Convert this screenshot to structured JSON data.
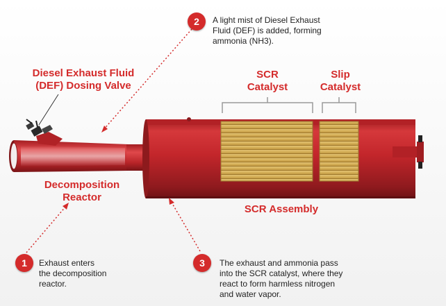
{
  "labels": {
    "def_valve": [
      "Diesel Exhaust Fluid",
      "(DEF) Dosing Valve"
    ],
    "decomposition_reactor": [
      "Decomposition",
      "Reactor"
    ],
    "scr_catalyst": [
      "SCR",
      "Catalyst"
    ],
    "slip_catalyst": [
      "Slip",
      "Catalyst"
    ],
    "scr_assembly": "SCR Assembly"
  },
  "steps": [
    {
      "number": "1",
      "text": [
        "Exhaust enters",
        "the decomposition",
        "reactor."
      ]
    },
    {
      "number": "2",
      "text": [
        "A light mist of Diesel Exhaust",
        "Fluid (DEF) is added, forming",
        "ammonia (NH3)."
      ]
    },
    {
      "number": "3",
      "text": [
        "The exhaust and ammonia pass",
        "into the SCR catalyst, where they",
        "react to form harmless nitrogen",
        "and water vapor."
      ]
    }
  ],
  "colors": {
    "accent": "#d42b2b",
    "body_red": "#c3262b",
    "catalyst": "#d8b45c"
  }
}
